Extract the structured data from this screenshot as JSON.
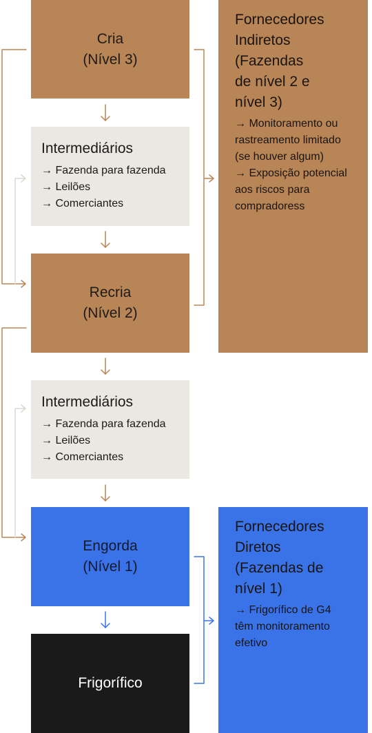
{
  "stages": {
    "cria": {
      "name": "Cria",
      "level": "(Nível 3)"
    },
    "recria": {
      "name": "Recria",
      "level": "(Nível 2)"
    },
    "engorda": {
      "name": "Engorda",
      "level": "(Nível 1)"
    },
    "frigorifico": {
      "name": "Frigorífico"
    }
  },
  "intermediaries": [
    {
      "title": "Intermediários",
      "items": [
        "→ Fazenda para fazenda",
        "→ Leilões",
        "→ Comerciantes"
      ]
    },
    {
      "title": "Intermediários",
      "items": [
        "→ Fazenda para fazenda",
        "→ Leilões",
        "→ Comerciantes"
      ]
    }
  ],
  "indirect_suppliers": {
    "title_lines": [
      "Fornecedores",
      "Indiretos",
      "(Fazendas",
      "de nível 2 e",
      "nível 3)"
    ],
    "notes": [
      "→ Monitoramento ou rastreamento limitado (se houver algum)",
      "→ Exposição potencial aos riscos para compradoress"
    ]
  },
  "direct_suppliers": {
    "title_lines": [
      "Fornecedores",
      "Diretos",
      "(Fazendas de",
      "nível 1)"
    ],
    "notes": [
      "→ Frigorífico de G4 têm monitoramento efetivo"
    ]
  },
  "colors": {
    "brown": "#b88556",
    "beige": "#ebe8e2",
    "blue": "#3a73e8",
    "black": "#1a1a1a"
  }
}
